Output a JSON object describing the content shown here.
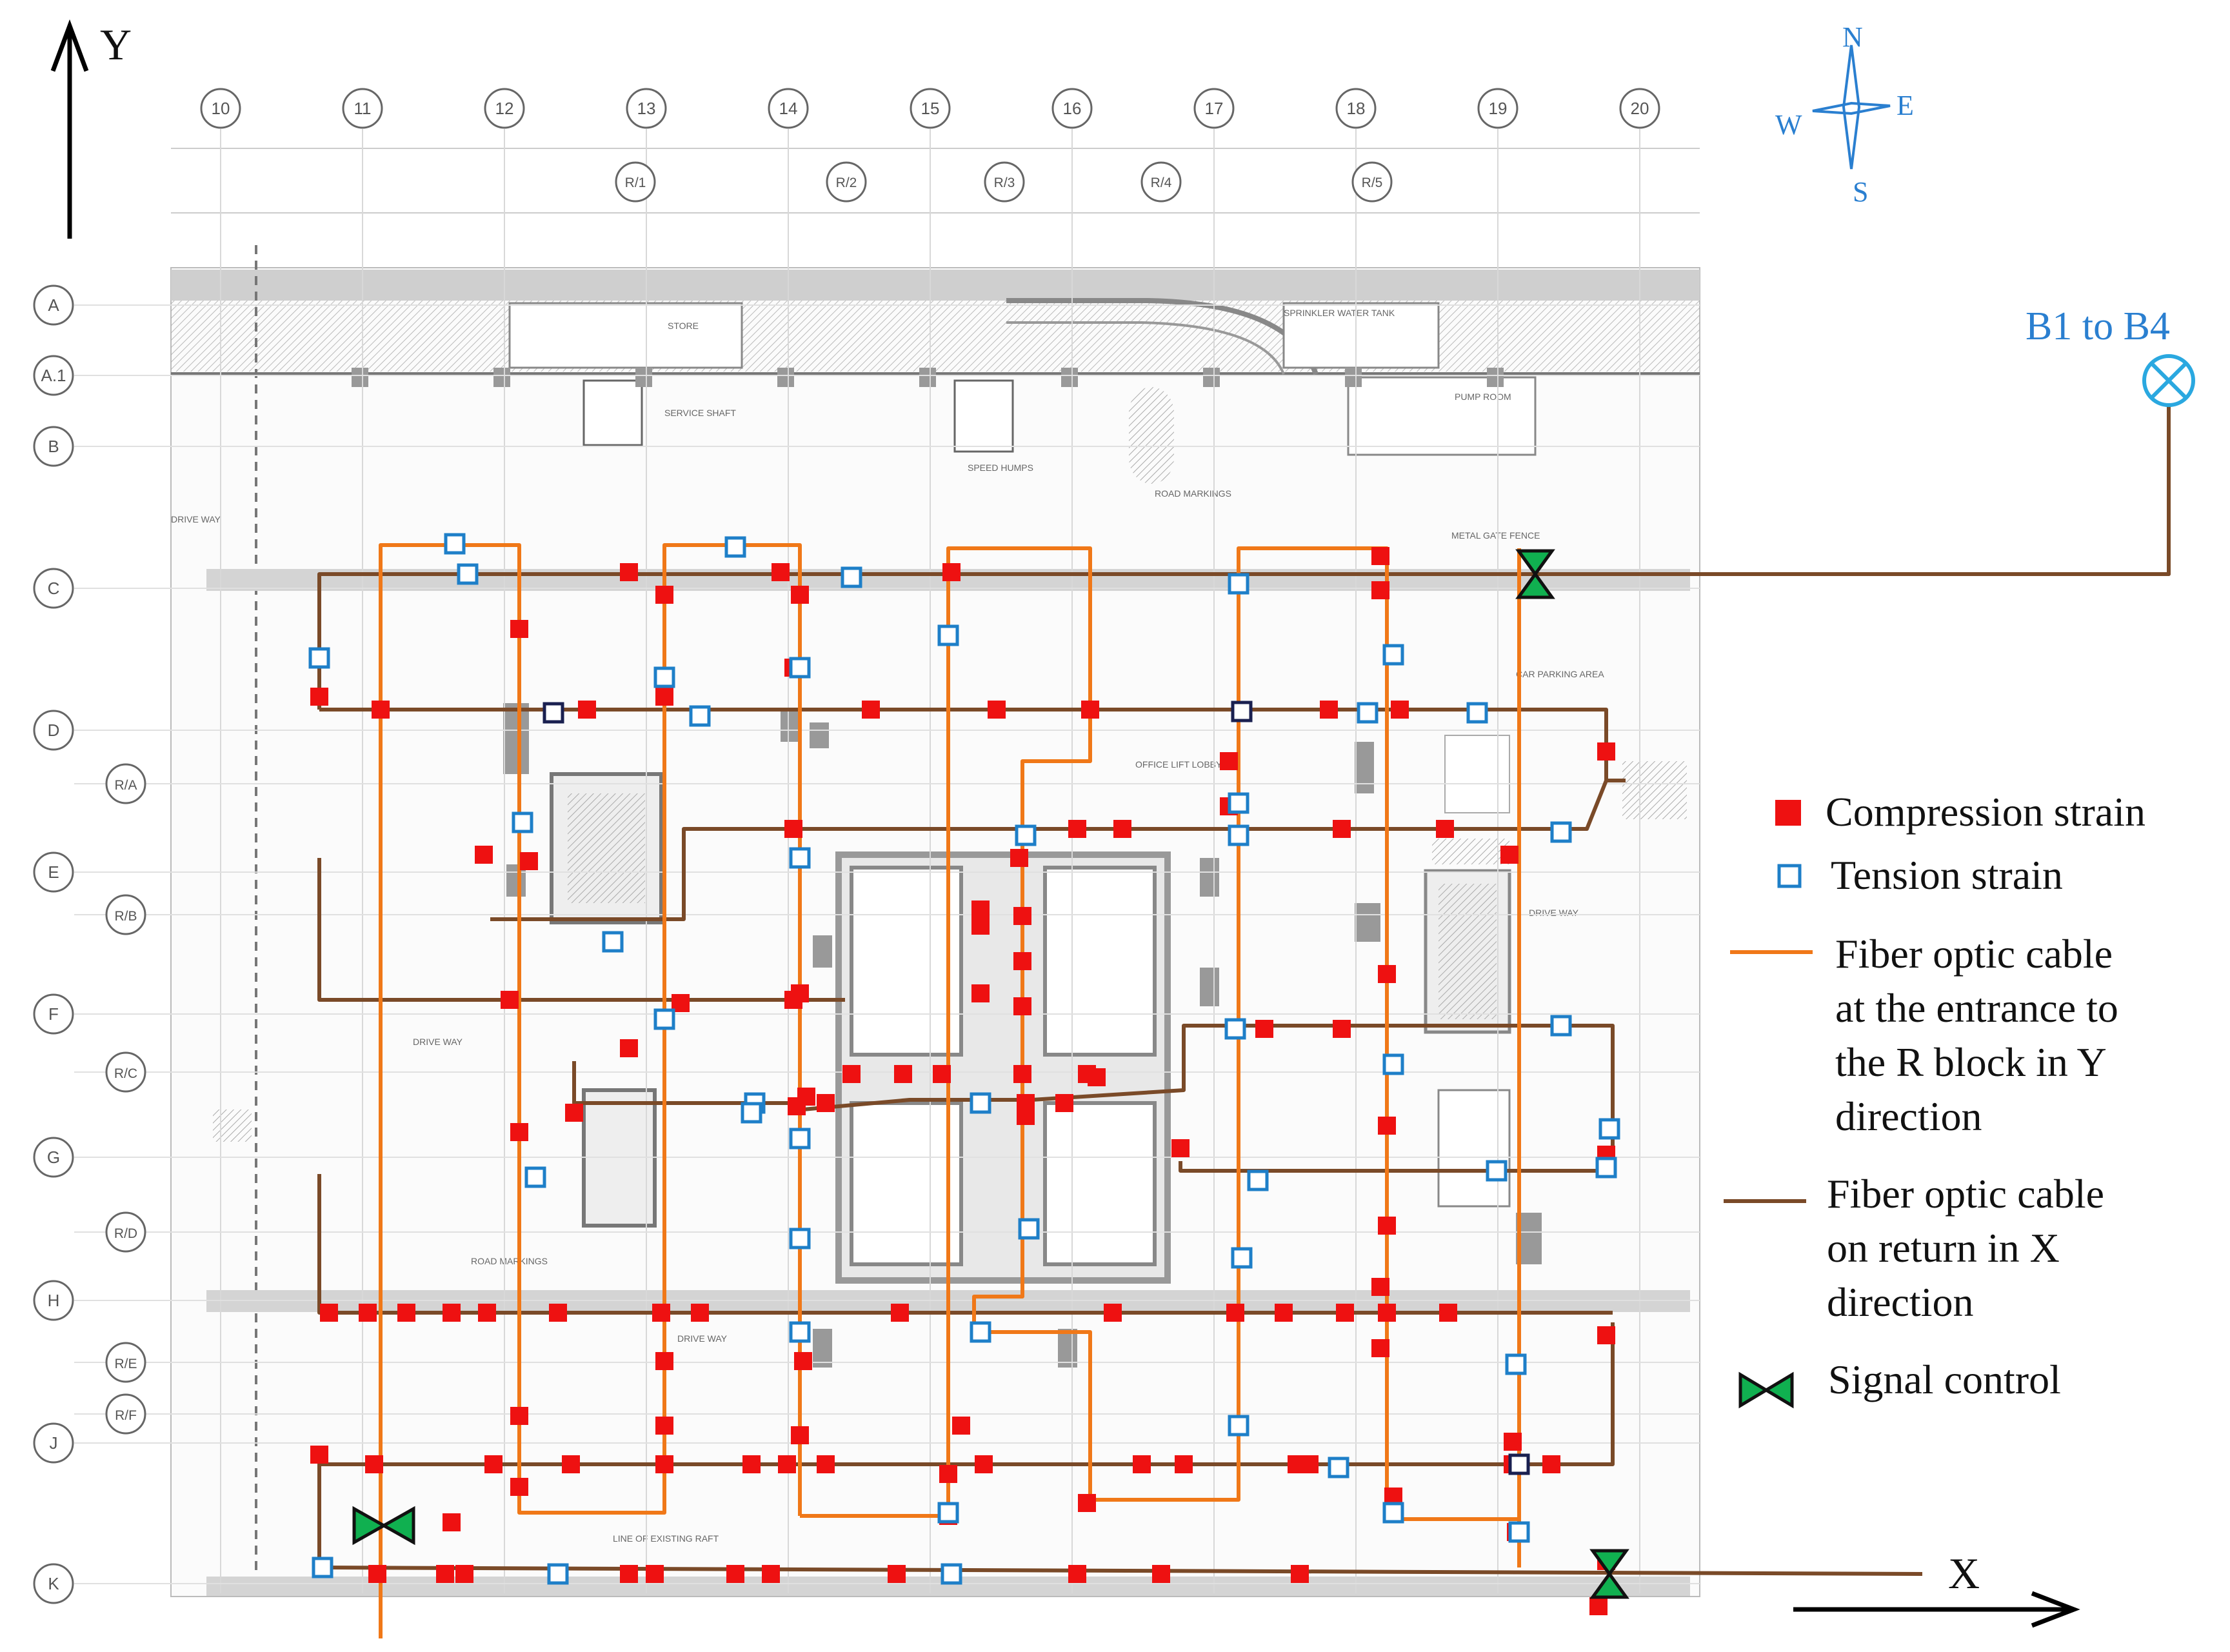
{
  "axes": {
    "y_label": "Y",
    "x_label": "X"
  },
  "compass": {
    "n": "N",
    "e": "E",
    "s": "S",
    "w": "W"
  },
  "connector": {
    "label": "B1 to B4"
  },
  "grid": {
    "columns": [
      "10",
      "11",
      "12",
      "13",
      "14",
      "15",
      "16",
      "17",
      "18",
      "19",
      "20"
    ],
    "r_columns": [
      "R/1",
      "R/2",
      "R/3",
      "R/4",
      "R/5"
    ],
    "rows": [
      "A",
      "A.1",
      "B",
      "C",
      "D",
      "R/A",
      "E",
      "R/B",
      "F",
      "R/C",
      "G",
      "R/D",
      "H",
      "R/E",
      "R/F",
      "J",
      "K"
    ]
  },
  "rooms": {
    "store": "STORE",
    "sprinkler": "SPRINKLER WATER TANK",
    "pump": "PUMP ROOM",
    "service_shaft": "SERVICE SHAFT",
    "drive_way_1": "DRIVE WAY",
    "drive_way_2": "DRIVE WAY",
    "drive_way_3": "DRIVE WAY",
    "drive_way_4": "DRIVE WAY",
    "speed_humps": "SPEED HUMPS",
    "road_markings_1": "ROAD MARKINGS",
    "road_markings_2": "ROAD MARKINGS",
    "metal_gate": "METAL GATE FENCE",
    "car_parking": "CAR PARKING AREA",
    "office_lift": "OFFICE LIFT LOBBY",
    "line_raft": "LINE OF EXISTING RAFT"
  },
  "legend": {
    "compression": "Compression strain",
    "tension": "Tension strain",
    "fiber_y": [
      "Fiber optic cable",
      "at the entrance to",
      "the R block in Y",
      "direction"
    ],
    "fiber_x": [
      "Fiber optic cable",
      "on return in  X",
      "direction"
    ],
    "signal": "Signal control"
  },
  "colors": {
    "compression": "#ee1111",
    "tension": "#1e7fc8",
    "tension_dark": "#1a2050",
    "fiber_y": "#f07818",
    "fiber_x": "#7a4a28",
    "signal": "#10b050",
    "compass": "#2a7fd0"
  }
}
